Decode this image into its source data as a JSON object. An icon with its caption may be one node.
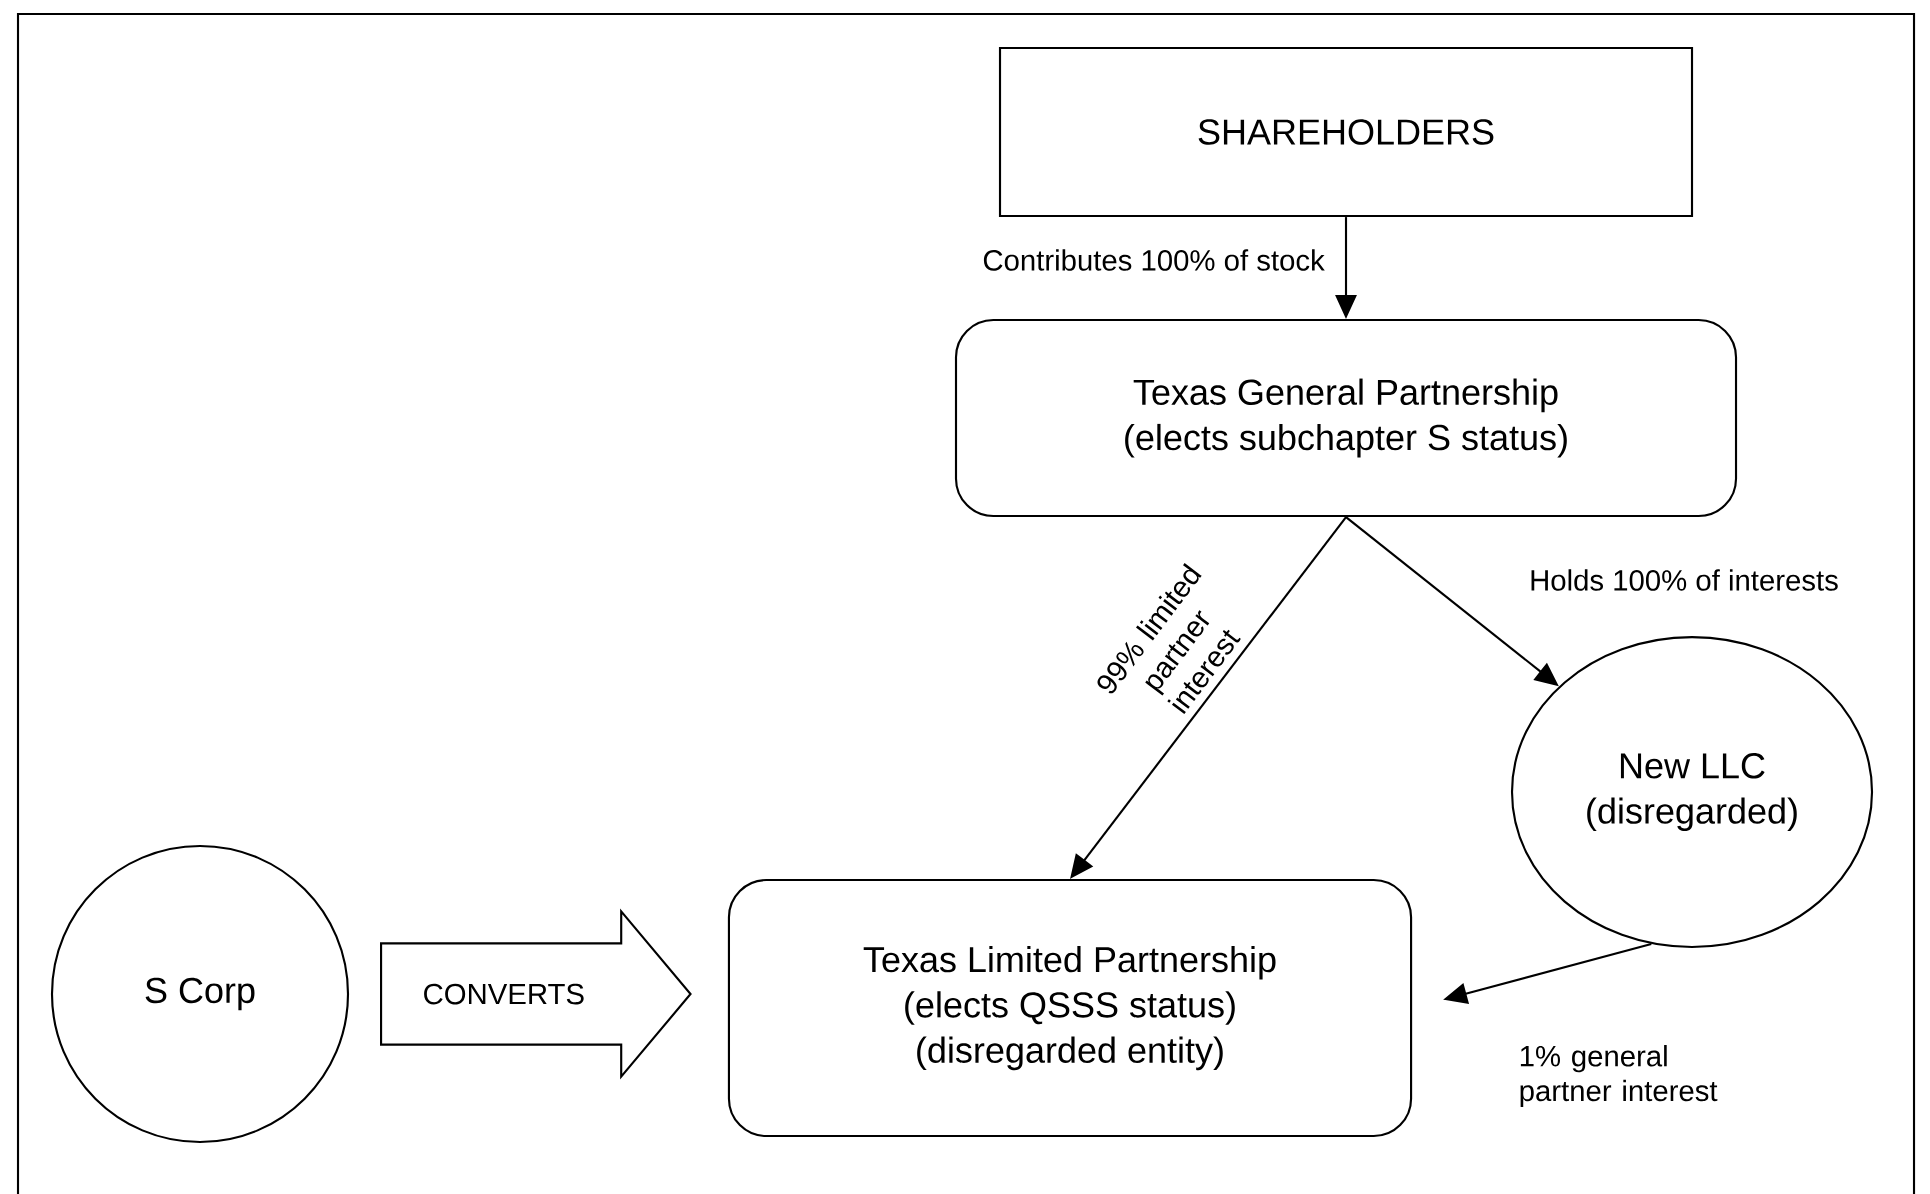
{
  "diagram": {
    "nodes": [
      {
        "text": [
          "SHAREHOLDERS"
        ]
      },
      {
        "text": [
          "Texas General Partnership",
          "(elects subchapter S status)"
        ]
      },
      {
        "text": [
          "New LLC",
          "(disregarded)"
        ]
      },
      {
        "text": [
          "S Corp"
        ]
      },
      {
        "text": [
          "Texas Limited Partnership",
          "(elects QSSS status)",
          "(disregarded entity)"
        ]
      }
    ],
    "edges": [
      {
        "from": 0,
        "to": 1,
        "arrow": "to",
        "label": "Contributes 100% of stock"
      },
      {
        "from": 1,
        "to": 4,
        "arrow": "to",
        "label": "99% limited partner interest"
      },
      {
        "from": 1,
        "to": 2,
        "arrow": "to",
        "label": "Holds 100% of interests"
      },
      {
        "from": 2,
        "to": 4,
        "arrow": "to",
        "label": "1% general partner interest"
      },
      {
        "from": 3,
        "to": 4,
        "arrow": "to",
        "label": "CONVERTS",
        "style": "thick"
      }
    ]
  }
}
